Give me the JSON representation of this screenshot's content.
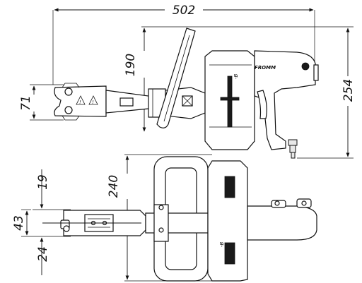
{
  "dimensions": {
    "overall_length": "502",
    "handle_height": "190",
    "jaw_height": "71",
    "overall_height": "254",
    "handle_width": "240",
    "top_offset": "19",
    "jaw_width": "43",
    "bottom_offset": "24"
  },
  "brand": {
    "name": "FROMM"
  },
  "marks": {
    "side_model": "-B",
    "top_model": "-B"
  },
  "colors": {
    "line": "#111111",
    "fill_dark": "#1a1a1a",
    "fill_light": "#e8e8e8"
  }
}
